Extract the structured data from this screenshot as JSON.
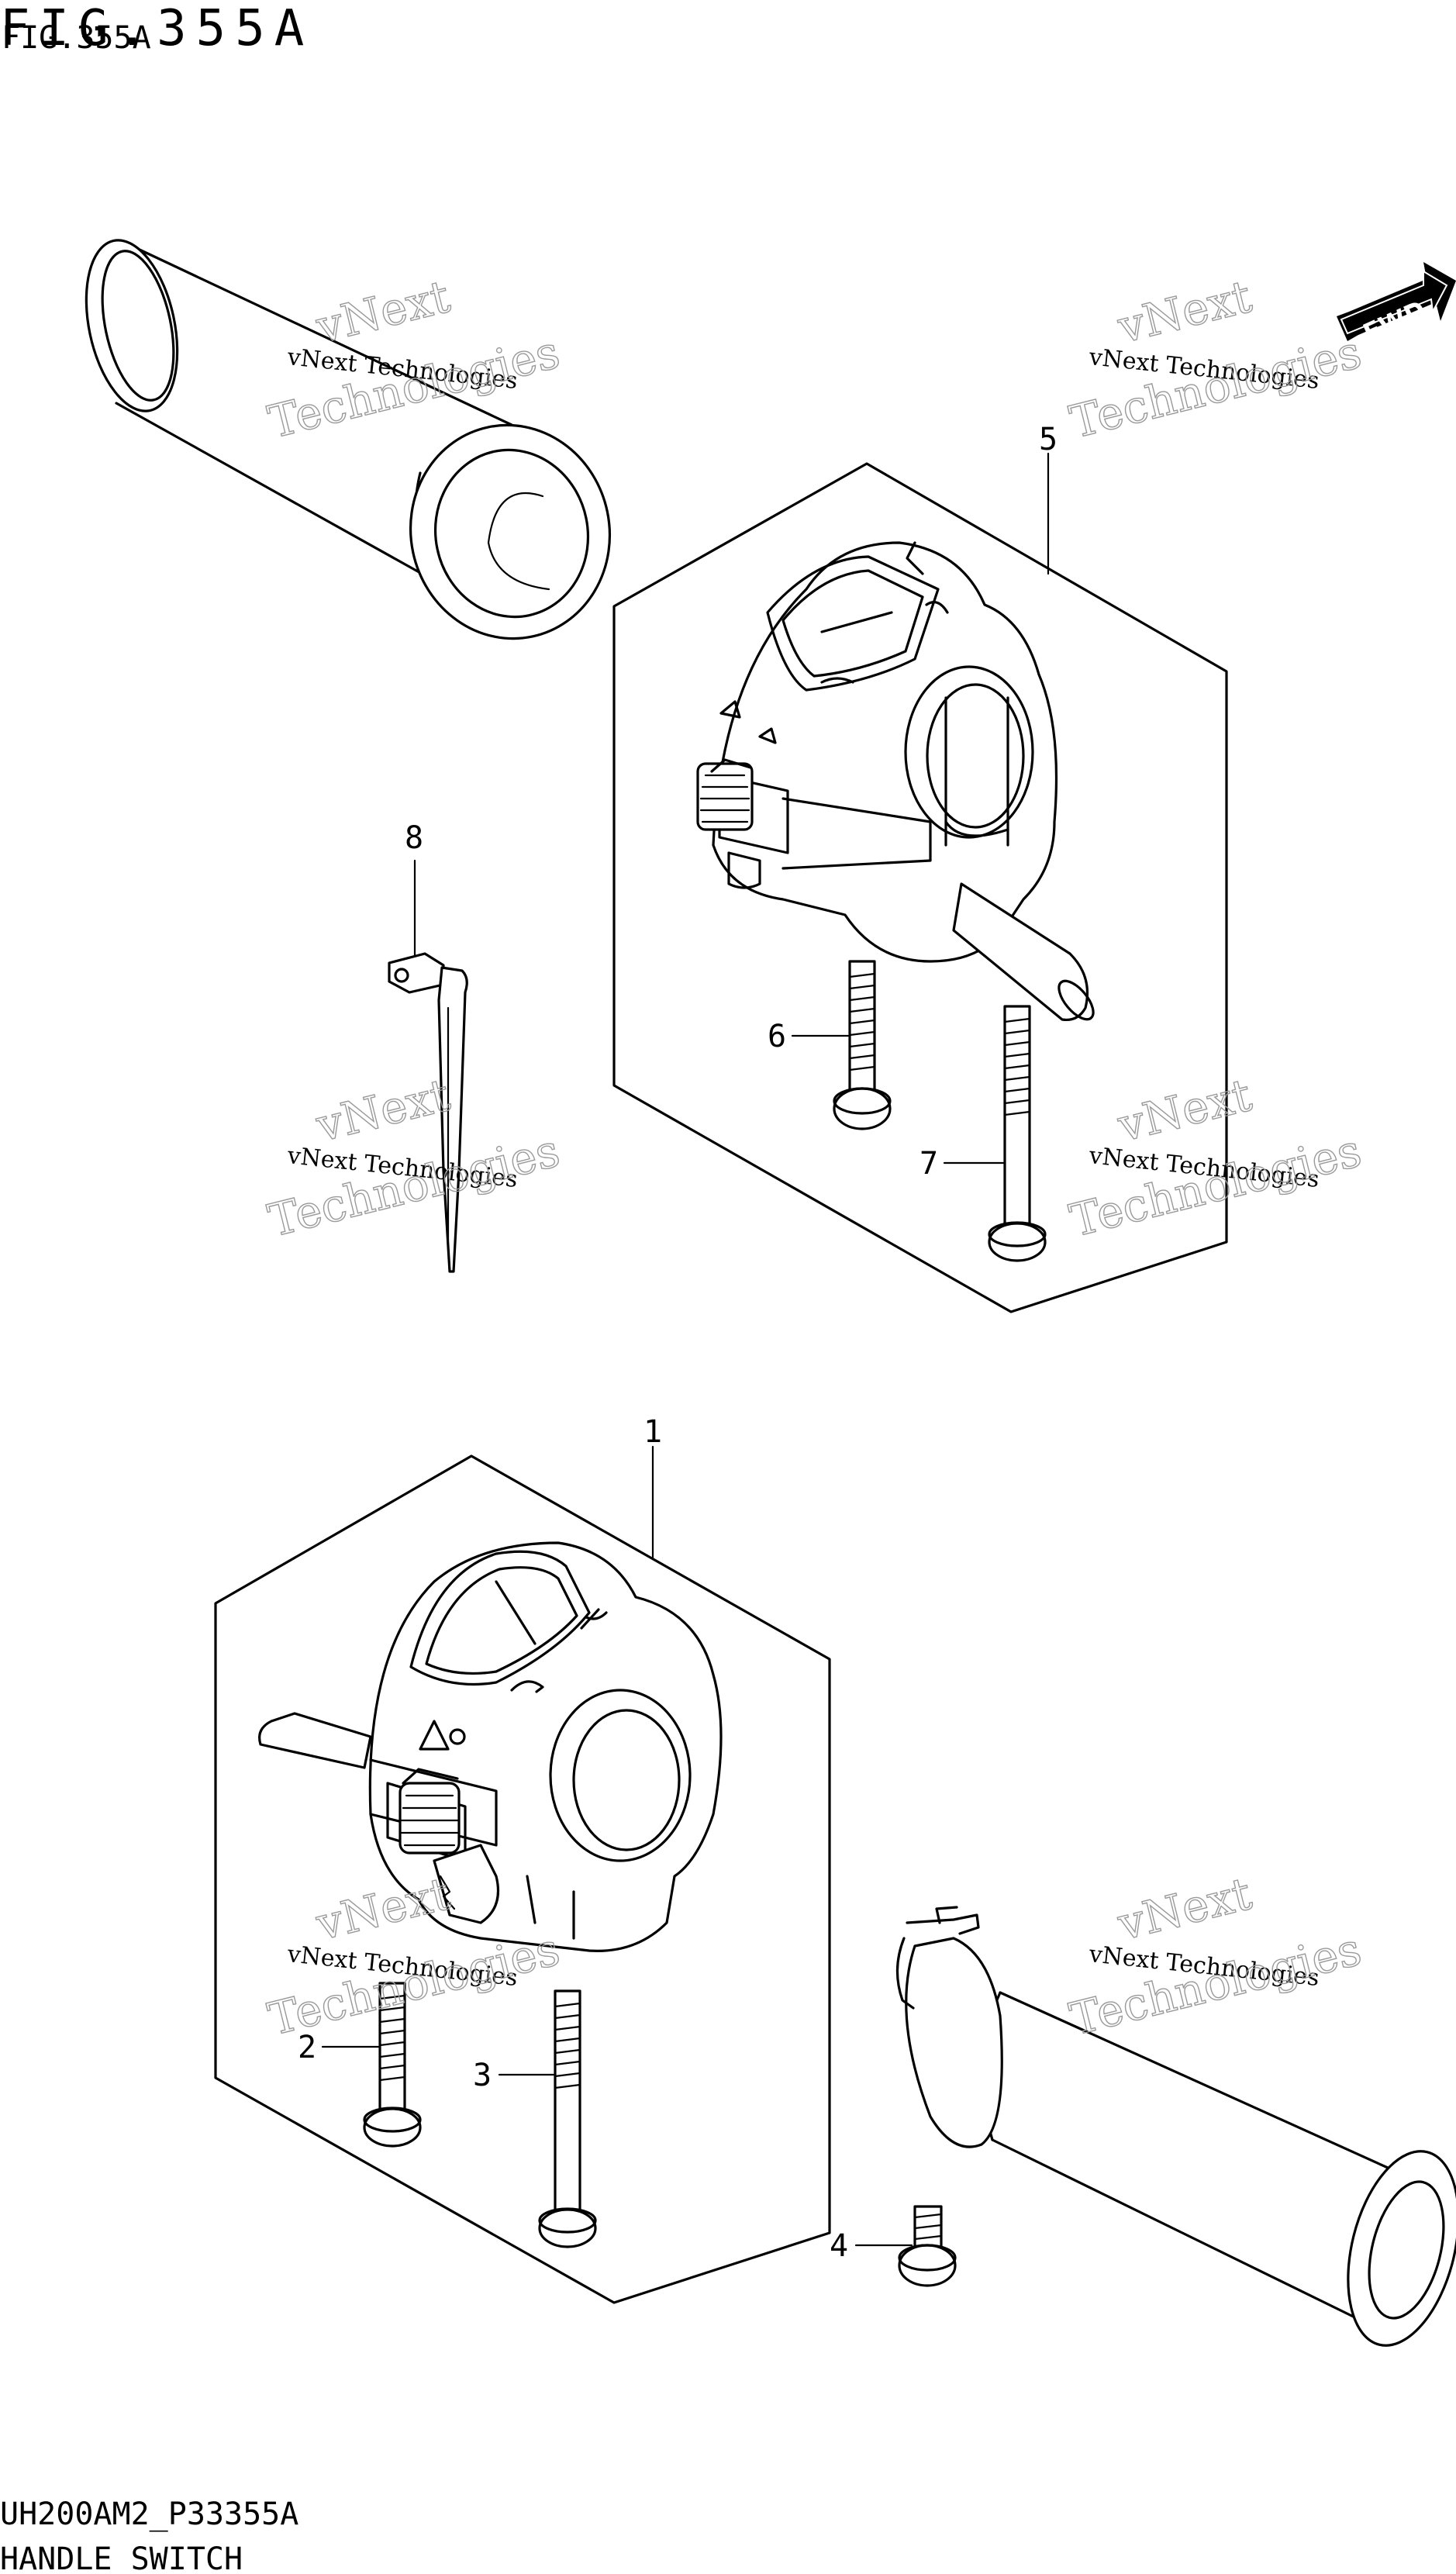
{
  "figure": {
    "title_large": "FIG.355A",
    "title_small": "FIG.355A"
  },
  "fwd_label": "FWD",
  "callouts": [
    "1",
    "2",
    "3",
    "4",
    "5",
    "6",
    "7",
    "8"
  ],
  "watermark": {
    "line1": "vNext Technologies",
    "line2": "vNext",
    "line3": "Technologies"
  },
  "footer": {
    "code": "UH200AM2_P33355A",
    "name": "HANDLE SWITCH"
  }
}
